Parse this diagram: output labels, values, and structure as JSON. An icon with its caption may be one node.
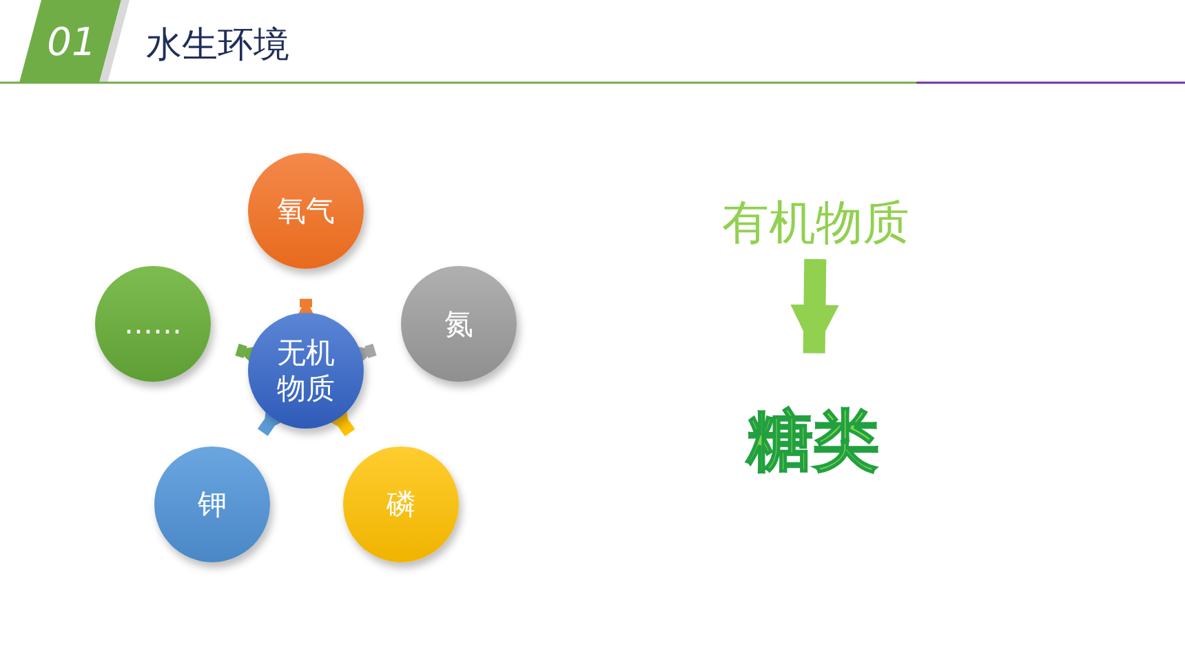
{
  "diagram": {
    "title": "水生环境",
    "nodes": [
      {
        "text": [
          "无机物质"
        ]
      },
      {
        "text": [
          "氧气"
        ]
      },
      {
        "text": [
          "氮"
        ]
      },
      {
        "text": [
          "磷"
        ]
      },
      {
        "text": [
          "钾"
        ]
      },
      {
        "text": [
          "……"
        ]
      },
      {
        "text": [
          "有机物质"
        ]
      },
      {
        "text": [
          "糖类"
        ]
      }
    ],
    "edges": [
      {
        "from": 0,
        "to": 1,
        "arrow": "to",
        "color": "#ed7d31"
      },
      {
        "from": 0,
        "to": 2,
        "arrow": "to",
        "color": "#a5a5a5"
      },
      {
        "from": 0,
        "to": 3,
        "arrow": "to",
        "color": "#ffc000"
      },
      {
        "from": 0,
        "to": 4,
        "arrow": "to",
        "color": "#5b9bd5"
      },
      {
        "from": 0,
        "to": 5,
        "arrow": "to",
        "color": "#70ad47"
      },
      {
        "from": 6,
        "to": 7,
        "arrow": "to",
        "color": "#92d050"
      }
    ],
    "labels": [
      "01"
    ]
  }
}
